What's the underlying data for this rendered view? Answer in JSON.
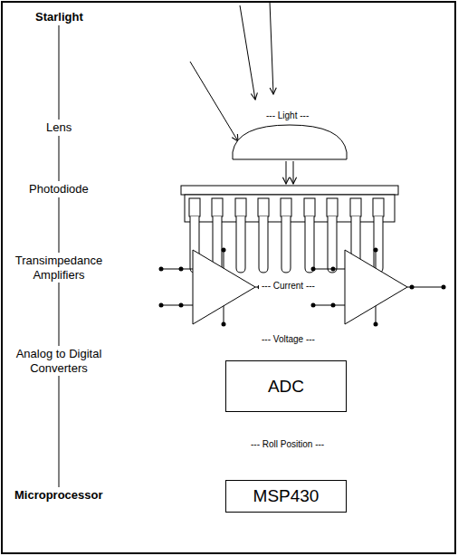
{
  "diagram": {
    "nodes": [
      {
        "text": [
          "ADC"
        ]
      },
      {
        "text": [
          "MSP430"
        ]
      }
    ],
    "labels": [
      "Starlight",
      "Lens",
      "Photodiode",
      "Transimpedance Amplifiers",
      "Analog to Digital Converters",
      "Microprocessor",
      "--- Light ---",
      "--- Current ---",
      "--- Voltage ---",
      "--- Roll Position ---"
    ]
  }
}
